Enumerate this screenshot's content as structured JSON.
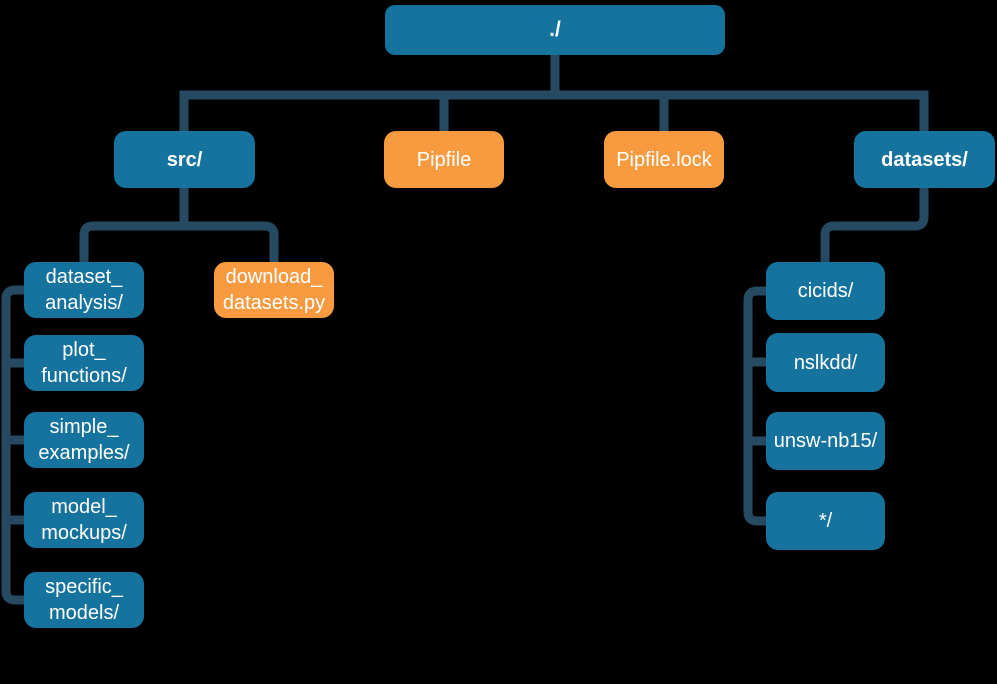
{
  "diagram_type": "directory-tree",
  "colors": {
    "background": "#000000",
    "directory_box": "#16739e",
    "file_box": "#f89b40",
    "connector": "#254a61",
    "text": "#ffffff"
  },
  "nodes": {
    "root": {
      "label": "./",
      "type": "directory"
    },
    "src": {
      "label": "src/",
      "type": "directory"
    },
    "pipfile": {
      "label": "Pipfile",
      "type": "file"
    },
    "pipfile_lock": {
      "label": "Pipfile.lock",
      "type": "file"
    },
    "datasets": {
      "label": "datasets/",
      "type": "directory"
    },
    "dataset_analysis": {
      "label": "dataset_\nanalysis/",
      "type": "directory"
    },
    "download_datasets": {
      "label": "download_\ndatasets.py",
      "type": "file"
    },
    "plot_functions": {
      "label": "plot_\nfunctions/",
      "type": "directory"
    },
    "simple_examples": {
      "label": "simple_\nexamples/",
      "type": "directory"
    },
    "model_mockups": {
      "label": "model_\nmockups/",
      "type": "directory"
    },
    "specific_models": {
      "label": "specific_\nmodels/",
      "type": "directory"
    },
    "cicids": {
      "label": "cicids/",
      "type": "directory"
    },
    "nslkdd": {
      "label": "nslkdd/",
      "type": "directory"
    },
    "unsw_nb15": {
      "label": "unsw-nb15/",
      "type": "directory"
    },
    "star": {
      "label": "*/",
      "type": "directory"
    }
  },
  "structure": {
    "root": "./",
    "children": [
      {
        "name": "src/",
        "children": [
          "dataset_analysis/",
          "download_datasets.py",
          "plot_functions/",
          "simple_examples/",
          "model_mockups/",
          "specific_models/"
        ]
      },
      {
        "name": "Pipfile"
      },
      {
        "name": "Pipfile.lock"
      },
      {
        "name": "datasets/",
        "children": [
          "cicids/",
          "nslkdd/",
          "unsw-nb15/",
          "*/"
        ]
      }
    ]
  }
}
